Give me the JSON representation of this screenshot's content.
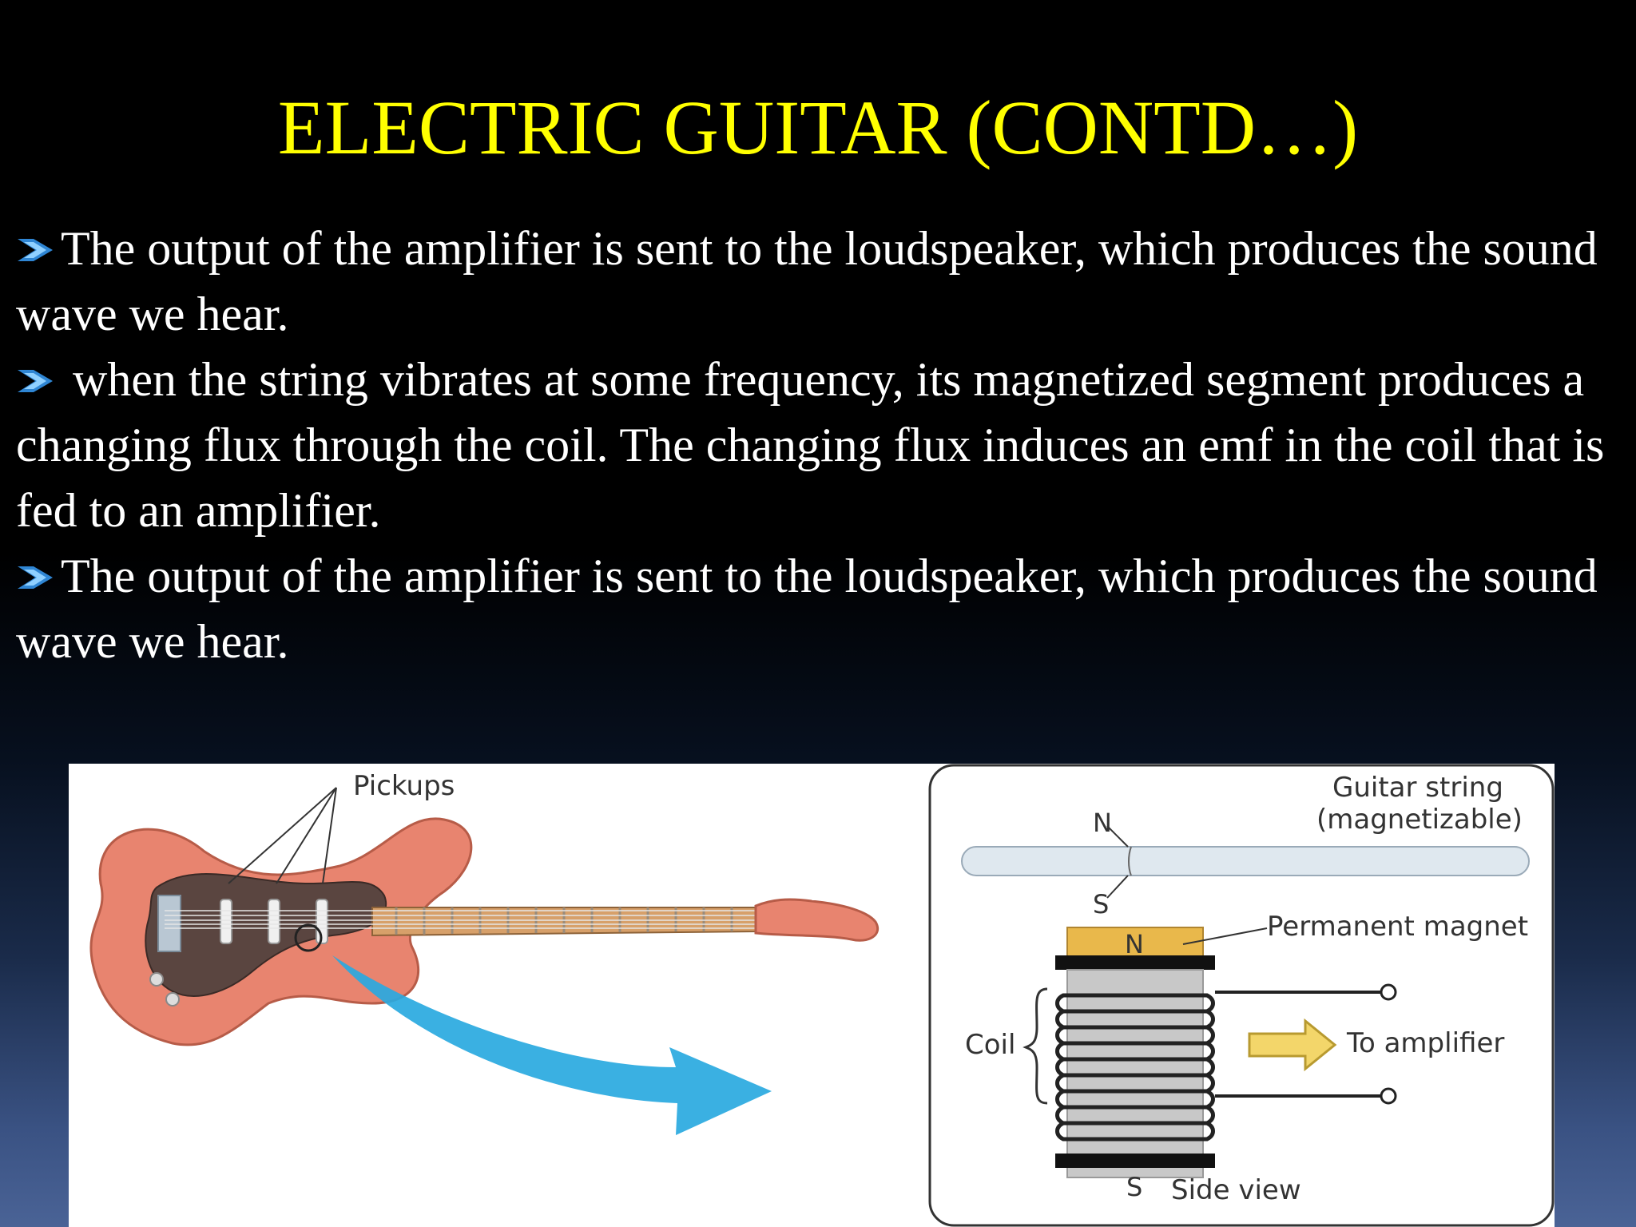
{
  "slide": {
    "title": "ELECTRIC GUITAR (CONTD…)",
    "bullets": [
      {
        "text": "The output of the amplifier is sent to the loudspeaker, which produces the sound wave we hear."
      },
      {
        "text": " when the string vibrates at some frequency, its magnetized segment produces a changing flux through the coil. The changing flux induces an emf in the coil that is fed to an amplifier."
      },
      {
        "text": "The output of the amplifier is sent to the loudspeaker, which produces the sound wave we hear."
      }
    ]
  },
  "figure": {
    "labels": {
      "pickups": "Pickups",
      "guitar_string_line1": "Guitar string",
      "guitar_string_line2": "(magnetizable)",
      "permanent_magnet": "Permanent magnet",
      "coil": "Coil",
      "to_amplifier": "To amplifier",
      "side_view": "Side view"
    },
    "poles": {
      "string_top": "N",
      "string_bottom": "S",
      "magnet_top": "N",
      "magnet_bottom": "S"
    }
  },
  "colors": {
    "title": "#ffff00",
    "text": "#ffffff",
    "guitar_body": "#e8846f",
    "magnet": "#e9b84b",
    "arrow_blue": "#29a9e0",
    "amp_arrow": "#f3d66a"
  }
}
